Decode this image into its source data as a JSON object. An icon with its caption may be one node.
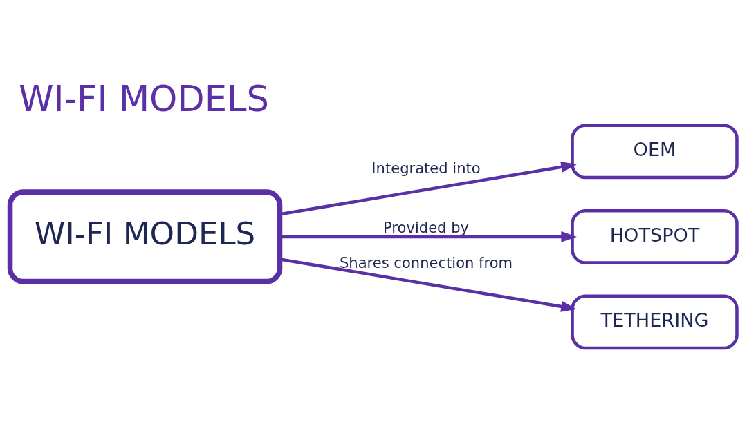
{
  "diagram": {
    "title": "WI-FI MODELS",
    "nodes": [
      {
        "text": [
          "WI-FI MODELS"
        ]
      },
      {
        "text": [
          "OEM"
        ]
      },
      {
        "text": [
          "HOTSPOT"
        ]
      },
      {
        "text": [
          "TETHERING"
        ]
      }
    ],
    "edges": [
      {
        "from": 0,
        "to": 1,
        "arrow": "to",
        "label": "Integrated into"
      },
      {
        "from": 0,
        "to": 2,
        "arrow": "to",
        "label": "Provided by"
      },
      {
        "from": 0,
        "to": 3,
        "arrow": "to",
        "label": "Shares connection from"
      }
    ]
  }
}
